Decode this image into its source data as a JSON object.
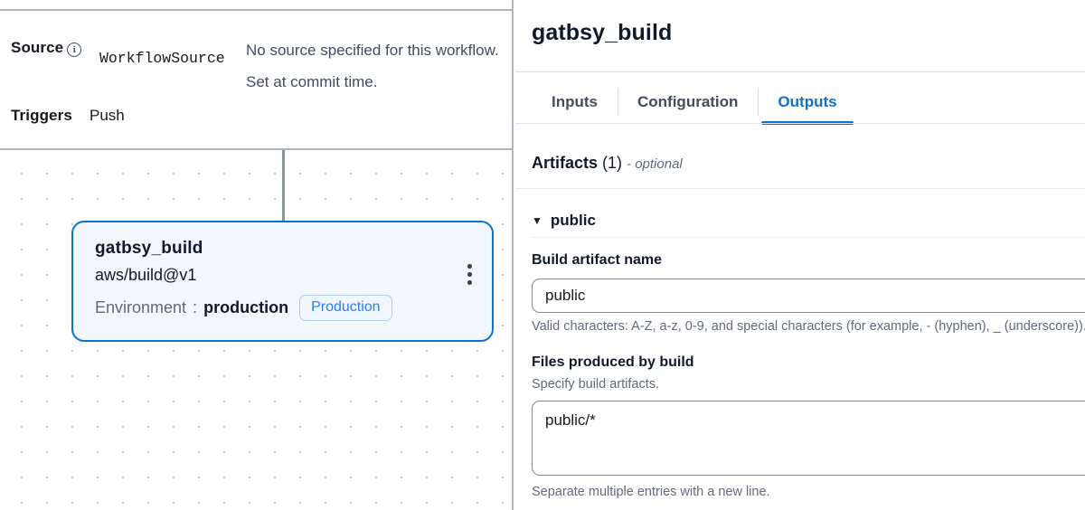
{
  "left_panel": {
    "details": {
      "source_label": "Source",
      "source_info_icon": "info-icon",
      "source_name": "WorkflowSource",
      "source_description_line1": "No source specified for this workflow.",
      "source_description_line2": "Set at commit time.",
      "triggers_label": "Triggers",
      "triggers_value": "Push"
    },
    "canvas": {
      "node": {
        "title": "gatbsy_build",
        "action": "aws/build@v1",
        "env_key": "Environment",
        "env_separator": ":",
        "env_value": "production",
        "env_badge": "Production",
        "menu_icon": "kebab-menu-icon"
      }
    }
  },
  "right_panel": {
    "title": "gatbsy_build",
    "tabs": [
      {
        "label": "Inputs",
        "active": false
      },
      {
        "label": "Configuration",
        "active": false
      },
      {
        "label": "Outputs",
        "active": true
      }
    ],
    "artifacts": {
      "heading": "Artifacts",
      "count": "(1)",
      "optional": "- optional",
      "group": {
        "caret_icon": "caret-down-icon",
        "name": "public"
      },
      "build_artifact_name": {
        "label": "Build artifact name",
        "value": "public",
        "placeholder": "",
        "hint": "Valid characters: A-Z, a-z, 0-9, and special characters (for example, - (hyphen), _ (underscore))."
      },
      "files_produced": {
        "label": "Files produced by build",
        "sub_label": "Specify build artifacts.",
        "value": "public/*",
        "placeholder": "",
        "hint": "Separate multiple entries with a new line."
      }
    }
  },
  "colors": {
    "accent": "#0972d3",
    "node_border": "#0972d3",
    "node_fill": "#f2f7fd",
    "panel_border": "#aeb6c2",
    "muted_text": "#5f6b7a",
    "badge_text": "#2a7df0"
  }
}
